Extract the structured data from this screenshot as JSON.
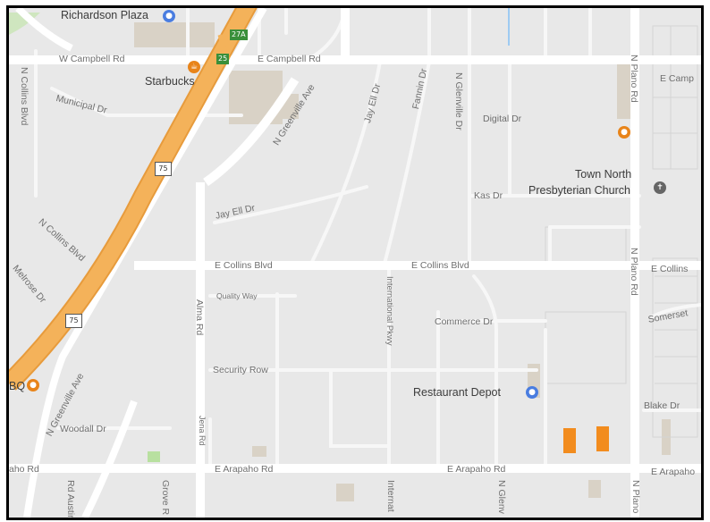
{
  "map": {
    "places": {
      "richardson_plaza": "Richardson Plaza",
      "starbucks": "Starbucks",
      "town_north_line1": "Town North",
      "town_north_line2": "Presbyterian Church",
      "restaurant_depot": "Restaurant Depot",
      "bbq_partial": "BQ"
    },
    "streets": {
      "w_campbell": "W Campbell Rd",
      "e_campbell_1": "E Campbell Rd",
      "e_campbell_2": "E Camp",
      "n_collins_blvd_v": "N Collins Blvd",
      "municipal": "Municipal Dr",
      "n_greenville_upper": "N Greenville Ave",
      "jay_ell_dr_upper": "Jay Ell Dr",
      "fannin": "Fannin Dr",
      "n_glenville_upper": "N Glenville Dr",
      "digital": "Digital Dr",
      "n_plano_upper": "N Plano Rd",
      "kas": "Kas Dr",
      "jay_ell_dr_lower": "Jay Ell Dr",
      "n_collins_blvd_diag": "N Collins Blvd",
      "melrose": "Melrose Dr",
      "e_collins_1": "E Collins Blvd",
      "e_collins_2": "E Collins Blvd",
      "e_collins_3": "E Collins",
      "n_plano_mid": "N Plano Rd",
      "quality_way": "Quality Way",
      "alma": "Alma Rd",
      "international": "International Pkwy",
      "commerce": "Commerce Dr",
      "somerset": "Somerset",
      "security_row": "Security Row",
      "blake": "Blake Dr",
      "woodall": "Woodall Dr",
      "n_greenville_lower": "N Greenville Ave",
      "jena": "Jena Rd",
      "e_arapaho_1": "E Arapaho Rd",
      "e_arapaho_2": "E Arapaho Rd",
      "e_arapaho_3": "E Arapaho",
      "arapaho_left": "aho Rd",
      "grove": "Grove R",
      "international_lower": "Internat",
      "n_glenville_lower": "N Glenv",
      "n_plano_lower": "N Plano",
      "rd_austin": "Rd Austin"
    },
    "shields": {
      "us75_upper": "75",
      "us75_lower": "75",
      "exit_27a": "27A",
      "exit_25": "25"
    },
    "colors": {
      "land": "#e8e8e8",
      "road": "#ffffff",
      "highway": "#f4b25a",
      "highway_edge": "#e79b3c",
      "building": "#d9d2c6",
      "building_orange": "#f28c1e",
      "green": "#b8e0a0",
      "water": "#9ecbf2"
    }
  }
}
